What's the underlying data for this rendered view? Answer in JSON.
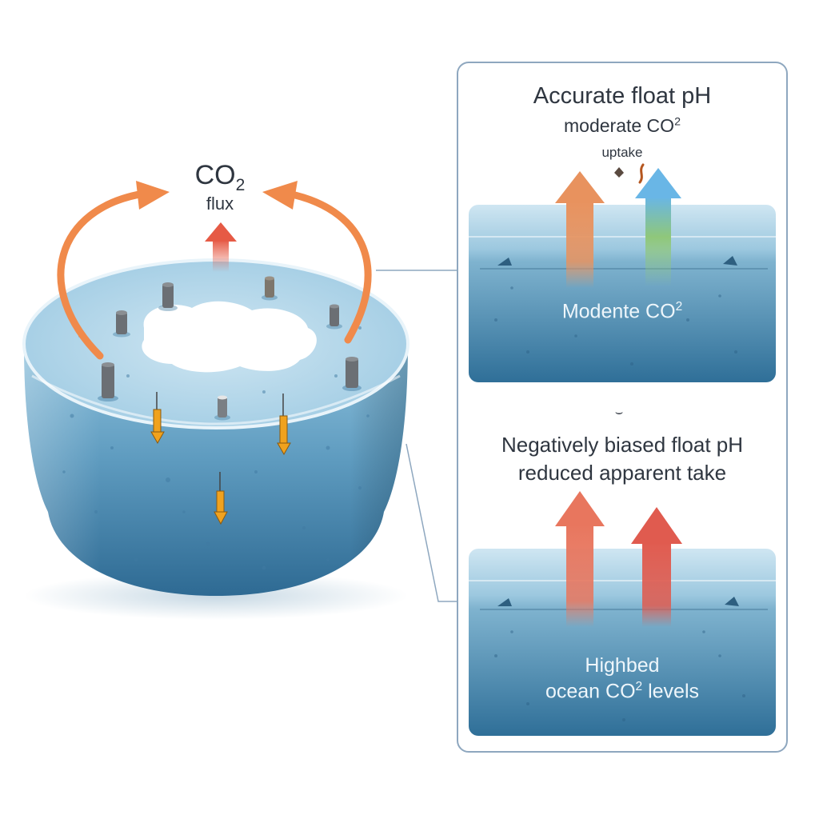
{
  "left": {
    "flux_label": {
      "main": "CO",
      "sub": "2",
      "second_line": "flux"
    }
  },
  "panel_top": {
    "title": "Accurate float pH",
    "line2": {
      "main": "moderate CO",
      "sup": "2"
    },
    "line3": "uptake",
    "water_label": {
      "main": "Modente CO",
      "sup": "2"
    },
    "colors": {
      "arrow_left": "#e8925e",
      "arrow_right": "#69b6e6"
    }
  },
  "separator_glyph": "⌣",
  "panel_bottom": {
    "title_line1": "Negatively biased float pH",
    "title_line2": "reduced apparent take",
    "water_label_line1": "Highbed",
    "water_label_line2": {
      "main": "ocean CO",
      "sup": "2",
      "tail": " levels"
    },
    "colors": {
      "arrow_left": "#e8765e",
      "arrow_right": "#e05b4f"
    }
  },
  "colors": {
    "water_light": "#cfe6f2",
    "water_mid": "#6aa3c4",
    "water_dark": "#2f6f98",
    "flux_arrow": "#f08a4b",
    "probe": "#6b6f74",
    "panel_border": "#8ea7bf"
  }
}
